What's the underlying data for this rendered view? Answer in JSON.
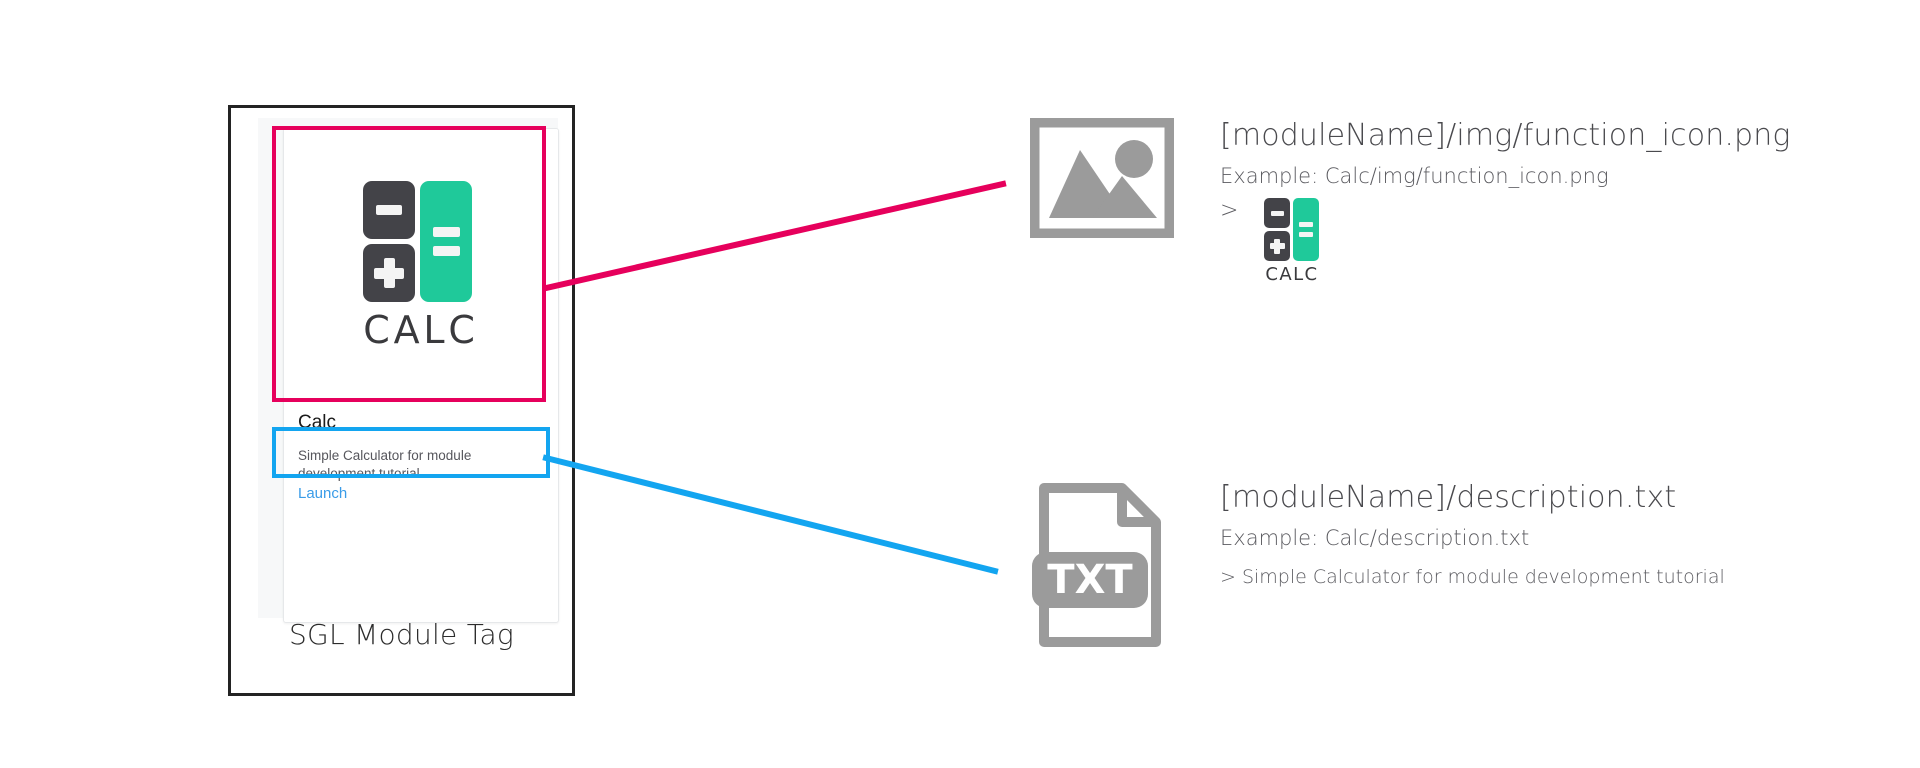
{
  "diagram": {
    "caption": "SGL Module Tag",
    "accent_magenta": "#e6005c",
    "accent_blue": "#13a5f0",
    "icon_dark": "#434348",
    "icon_green": "#1fc99a",
    "glyph_gray": "#9b9b9b",
    "panel_border": "#232323"
  },
  "module_card": {
    "logo_word": "CALC",
    "title": "Calc",
    "description": "Simple Calculator for module development tutorial",
    "launch_label": "Launch"
  },
  "annotations": [
    {
      "id": "function-icon",
      "glyph": "image-placeholder-icon",
      "title": "[moduleName]/img/function_icon.png",
      "example": "Example: Calc/img/function_icon.png",
      "sample_prefix": ">",
      "sample_logo_word": "CALC",
      "highlight_color": "#e6005c"
    },
    {
      "id": "description-txt",
      "glyph": "txt-file-icon",
      "glyph_label": "TXT",
      "title": "[moduleName]/description.txt",
      "example": "Example: Calc/description.txt",
      "sample_text": "> Simple Calculator for module development tutorial",
      "highlight_color": "#13a5f0"
    }
  ]
}
